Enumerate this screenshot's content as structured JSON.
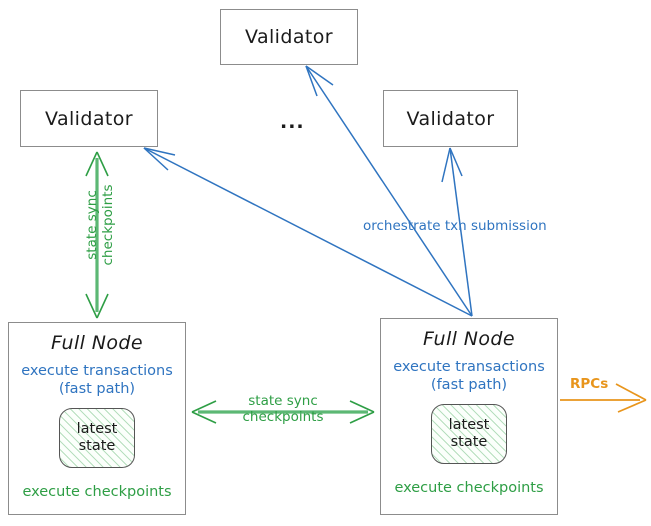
{
  "diagram": {
    "title": "Sui network topology: validators and full nodes",
    "colors": {
      "box_border": "#8c8c8c",
      "text": "#1b1b1b",
      "blue": "#2f74c0",
      "green": "#2e9e45",
      "orange": "#e8951c",
      "state_fill": "#fbfffb"
    }
  },
  "nodes": {
    "validator_top": {
      "label": "Validator"
    },
    "validator_left": {
      "label": "Validator"
    },
    "validator_right": {
      "label": "Validator"
    },
    "ellipsis": {
      "label": "..."
    },
    "fullnode_left": {
      "title": "Full Node",
      "blue_line1": "execute transactions",
      "blue_line2": "(fast path)",
      "state_line1": "latest",
      "state_line2": "state",
      "green_label": "execute checkpoints"
    },
    "fullnode_right": {
      "title": "Full Node",
      "blue_line1": "execute transactions",
      "blue_line2": "(fast path)",
      "state_line1": "latest",
      "state_line2": "state",
      "green_label": "execute checkpoints"
    }
  },
  "edges": {
    "state_sync_vertical": {
      "line1": "state sync",
      "line2": "checkpoints",
      "color": "#2e9e45",
      "direction": "bidirectional"
    },
    "state_sync_horizontal": {
      "line1": "state sync",
      "line2": "checkpoints",
      "color": "#2e9e45",
      "direction": "bidirectional"
    },
    "orchestrate": {
      "label": "orchestrate txn submission",
      "color": "#2f74c0",
      "direction": "fullnode-to-validators"
    },
    "rpcs": {
      "label": "RPCs",
      "color": "#e8951c",
      "direction": "outbound"
    }
  }
}
